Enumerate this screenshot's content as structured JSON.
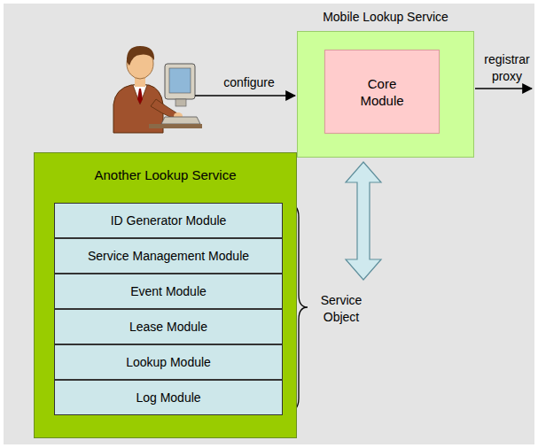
{
  "diagram": {
    "nodes": [
      {
        "text": [
          "Mobile Lookup Service"
        ]
      },
      {
        "text": [
          "Core Module"
        ],
        "in": 0
      },
      {
        "text": [
          "Another Lookup Service"
        ]
      },
      {
        "text": [
          "ID Generator Module"
        ],
        "in": 2
      },
      {
        "text": [
          "Service Management Module"
        ],
        "in": 2
      },
      {
        "text": [
          "Event Module"
        ],
        "in": 2
      },
      {
        "text": [
          "Lease Module"
        ],
        "in": 2
      },
      {
        "text": [
          "Lookup Module"
        ],
        "in": 2
      },
      {
        "text": [
          "Log Module"
        ],
        "in": 2
      }
    ],
    "labels": [
      "configure",
      "registrar proxy",
      "Service Object"
    ]
  }
}
